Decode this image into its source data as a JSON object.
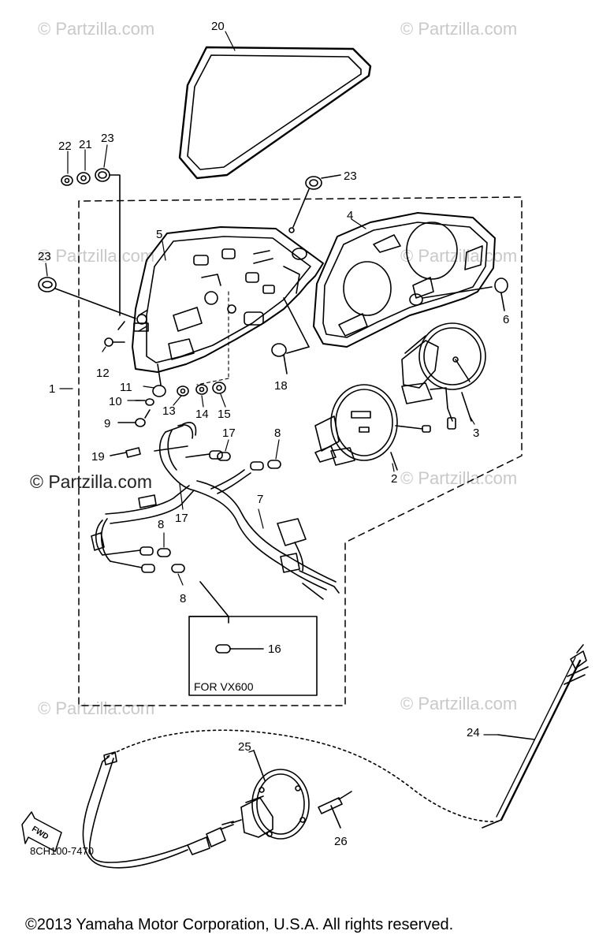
{
  "watermark": {
    "text": "© Partzilla.com",
    "featured_text": "© Partzilla.com"
  },
  "diagram": {
    "code": "8CH100-7470",
    "note_label": "FOR VX600",
    "fwd_label": "FWD",
    "callouts": {
      "c1": "1",
      "c2": "2",
      "c3": "3",
      "c4": "4",
      "c5": "5",
      "c6": "6",
      "c7": "7",
      "c8a": "8",
      "c8b": "8",
      "c8c": "8",
      "c9": "9",
      "c10": "10",
      "c11": "11",
      "c12": "12",
      "c13": "13",
      "c14": "14",
      "c15": "15",
      "c16": "16",
      "c17a": "17",
      "c17b": "17",
      "c18": "18",
      "c19": "19",
      "c20": "20",
      "c21": "21",
      "c22": "22",
      "c23a": "23",
      "c23b": "23",
      "c23c": "23",
      "c24": "24",
      "c25": "25",
      "c26": "26"
    }
  },
  "footer": {
    "copyright": "©2013  Yamaha Motor Corporation, U.S.A. All rights reserved."
  }
}
